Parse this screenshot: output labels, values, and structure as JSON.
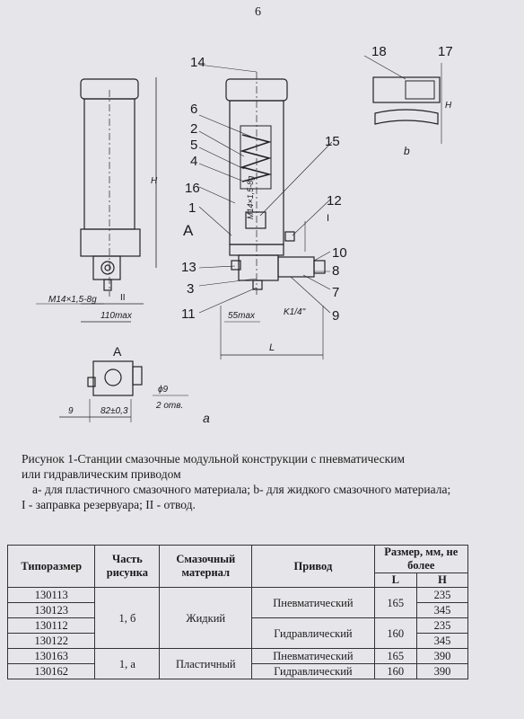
{
  "page_number": "6",
  "drawing_labels": {
    "n14": "14",
    "n6": "6",
    "n2": "2",
    "n5": "5",
    "n4": "4",
    "n16": "16",
    "n1": "1",
    "A": "A",
    "n13": "13",
    "n3": "3",
    "n11": "11",
    "n15": "15",
    "n12": "12",
    "I": "I",
    "n10": "10",
    "n8": "8",
    "n7": "7",
    "n9": "9",
    "n18": "18",
    "n17": "17",
    "H": "H",
    "H2": "H",
    "II": "II",
    "L": "L",
    "b": "b",
    "a": "a",
    "A2": "A",
    "M14_left": "M14×1,5-8g",
    "M14_right": "M14×1,5-8g",
    "max110": "110max",
    "max55": "55max",
    "K14": "K1/4\"",
    "dim9": "9",
    "dim82": "82±0,3",
    "phi9": "ϕ9",
    "otv2": "2 отв."
  },
  "caption": {
    "line1": "Рисунок 1-Станции смазочные модульной конструкции с пневматическим",
    "line2": "или гидравлическим приводом",
    "line3": "а- для пластичного смазочного материала; b- для жидкого смазочного материала;",
    "line4": "I - заправка резервуара; II - отвод."
  },
  "table": {
    "headers": {
      "size": "Типоразмер",
      "part": "Часть рисунка",
      "material": "Смазочный материал",
      "drive": "Привод",
      "dims": "Размер, мм, не более",
      "L": "L",
      "H": "H"
    },
    "rows": [
      {
        "size": "130113",
        "H": "235"
      },
      {
        "size": "130123",
        "H": "345"
      },
      {
        "size": "130112",
        "H": "235"
      },
      {
        "size": "130122",
        "H": "345"
      },
      {
        "size": "130163",
        "H": "390"
      },
      {
        "size": "130162",
        "H": "390"
      }
    ],
    "part_1": "1, б",
    "part_2": "1, а",
    "material_1": "Жидкий",
    "material_2": "Пластичный",
    "drive_pn_1": "Пневматический",
    "drive_hy_1": "Гидравлический",
    "drive_pn_2": "Пневматический",
    "drive_hy_2": "Гидравлический",
    "L_pn_1": "165",
    "L_hy_1": "160",
    "L_pn_2": "165",
    "L_hy_2": "160"
  }
}
